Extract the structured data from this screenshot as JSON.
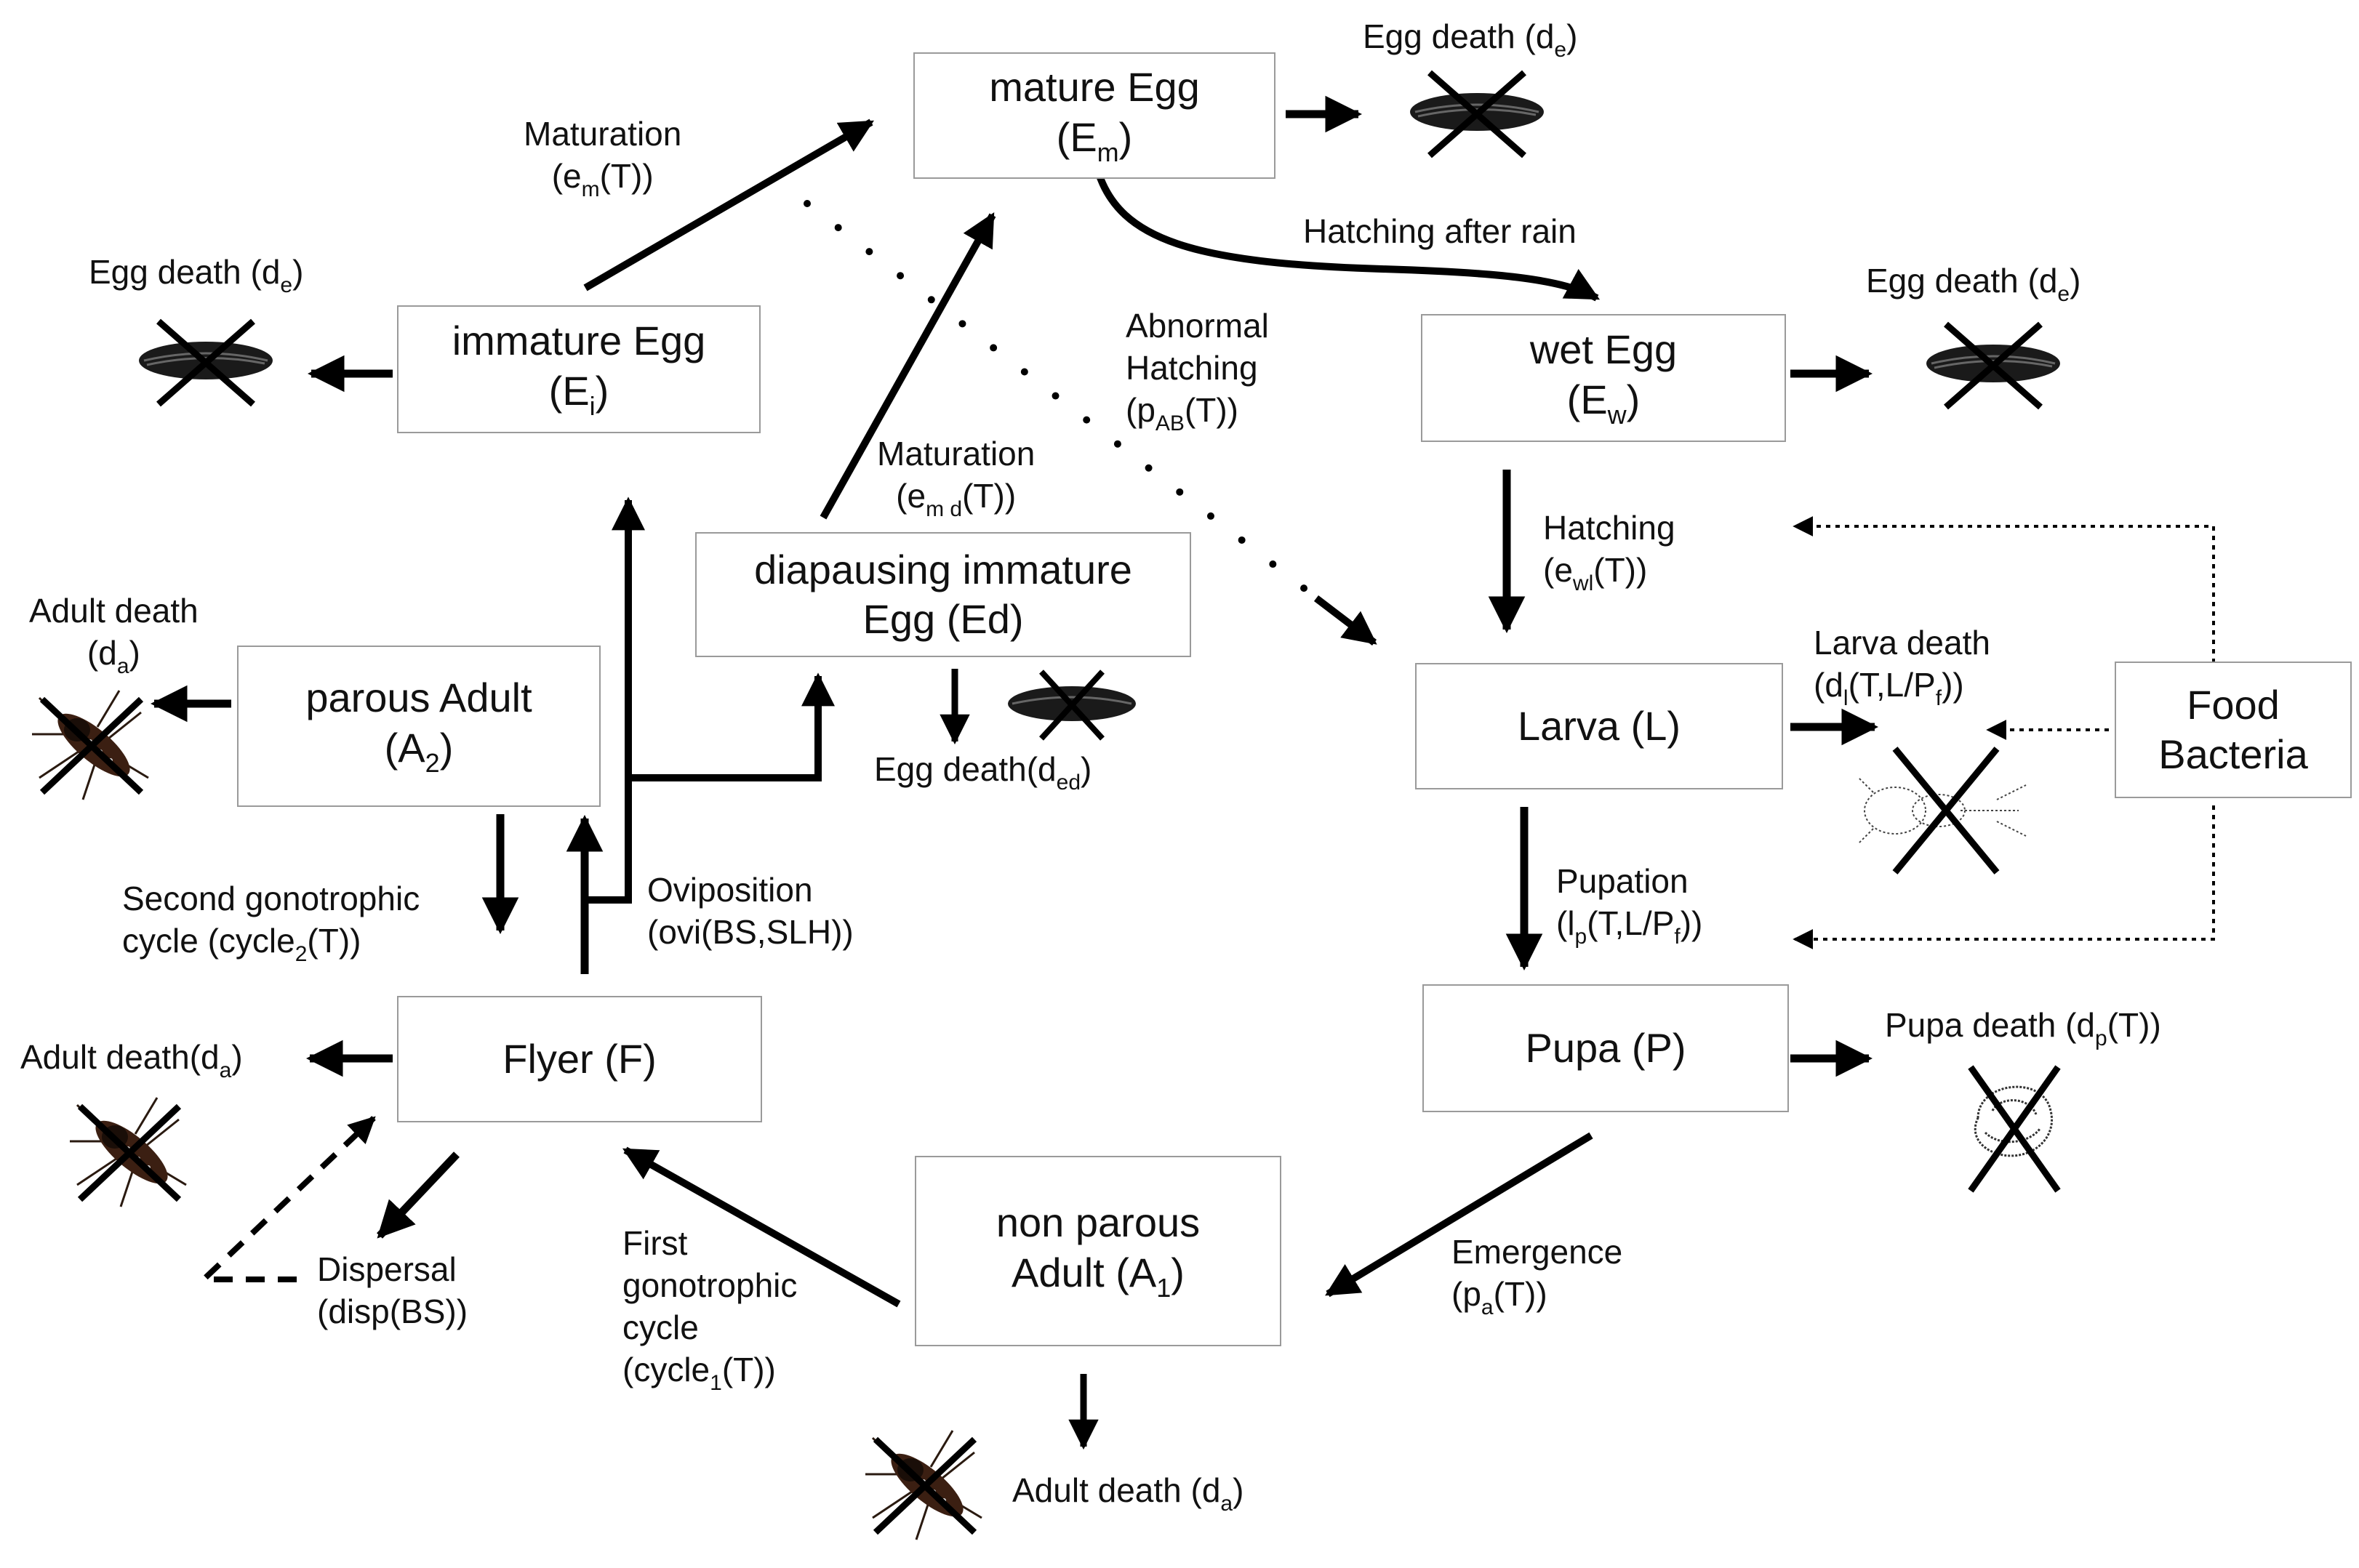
{
  "nodes": {
    "mature_egg": {
      "line1": "mature Egg",
      "sym": "(E",
      "sub": "m",
      "close": ")"
    },
    "immature_egg": {
      "line1": "immature Egg",
      "sym": "(E",
      "sub": "i",
      "close": ")"
    },
    "wet_egg": {
      "line1": "wet Egg",
      "sym": "(E",
      "sub": "w",
      "close": ")"
    },
    "diapausing": {
      "line1": "diapausing immature",
      "line2": "Egg (Ed)"
    },
    "parous_adult": {
      "line1": "parous Adult",
      "sym": "(A",
      "sub": "2",
      "close": ")"
    },
    "larva": {
      "text": "Larva (L)"
    },
    "food_bacteria": {
      "line1": "Food",
      "line2": "Bacteria"
    },
    "flyer": {
      "text": "Flyer (F)"
    },
    "pupa": {
      "text": "Pupa (P)"
    },
    "non_parous": {
      "line1": "non parous",
      "line2a": "Adult  (A",
      "sub": "1",
      "close": ")"
    }
  },
  "labels": {
    "maturation_top": {
      "line1": "Maturation",
      "l2a": "(e",
      "sub": "m",
      "l2b": "(T))"
    },
    "maturation_diap": {
      "line1": "Maturation",
      "l2a": "(e",
      "sub": "m d",
      "l2b": "(T))"
    },
    "abnormal_hatching": {
      "line1": "Abnormal",
      "line2": "Hatching",
      "l3a": "(p",
      "sub": "AB",
      "l3b": "(T))"
    },
    "hatching_after_rain": {
      "text": "Hatching after rain"
    },
    "hatching": {
      "line1": "Hatching",
      "l2a": "(e",
      "sub": "wl",
      "l2b": "(T))"
    },
    "egg_death_top": {
      "a": "Egg death (d",
      "sub": "e",
      "b": ")"
    },
    "egg_death_left": {
      "a": "Egg death (d",
      "sub": "e",
      "b": ")"
    },
    "egg_death_right": {
      "a": "Egg death (d",
      "sub": "e",
      "b": ")"
    },
    "egg_death_diap": {
      "a": "Egg death(d",
      "sub": "ed",
      "b": ")"
    },
    "adult_death_parous": {
      "line1": "Adult death",
      "l2a": "(d",
      "sub": "a",
      "l2b": ")"
    },
    "adult_death_flyer": {
      "a": "Adult  death(d",
      "sub": "a",
      "b": ")"
    },
    "adult_death_bottom": {
      "a": "Adult death (d",
      "sub": "a",
      "b": ")"
    },
    "larva_death": {
      "line1": "Larva death",
      "l2a": "(d",
      "sub": "l",
      "l2b": "(T,L/P",
      "sub2": "f",
      "l2c": "))"
    },
    "pupation": {
      "line1": "Pupation",
      "l2a": "(l",
      "sub": "p",
      "l2b": "(T,L/P",
      "sub2": "f",
      "l2c": "))"
    },
    "pupa_death": {
      "a": "Pupa death  (d",
      "sub": "p",
      "b": "(T))"
    },
    "second_gonotrophic": {
      "line1": "Second gonotrophic",
      "l2a": "cycle (cycle",
      "sub": "2",
      "l2b": "(T))"
    },
    "oviposition": {
      "line1": "Oviposition",
      "line2": "(ovi(BS,SLH))"
    },
    "dispersal": {
      "line1": "Dispersal",
      "line2": "(disp(BS))"
    },
    "first_gonotrophic": {
      "line1": "First",
      "line2": "gonotrophic",
      "line3": "cycle",
      "l4a": "(cycle",
      "sub": "1",
      "l4b": "(T))"
    },
    "emergence": {
      "line1": "Emergence",
      "l2a": "(p",
      "sub": "a",
      "l2b": "(T))"
    }
  },
  "icons": [
    "egg-death-icon",
    "mosquito-death-icon",
    "larva-death-icon",
    "pupa-death-icon"
  ],
  "colors": {
    "box_border": "#9a9a9a",
    "arrow": "#000000",
    "text": "#111111"
  }
}
